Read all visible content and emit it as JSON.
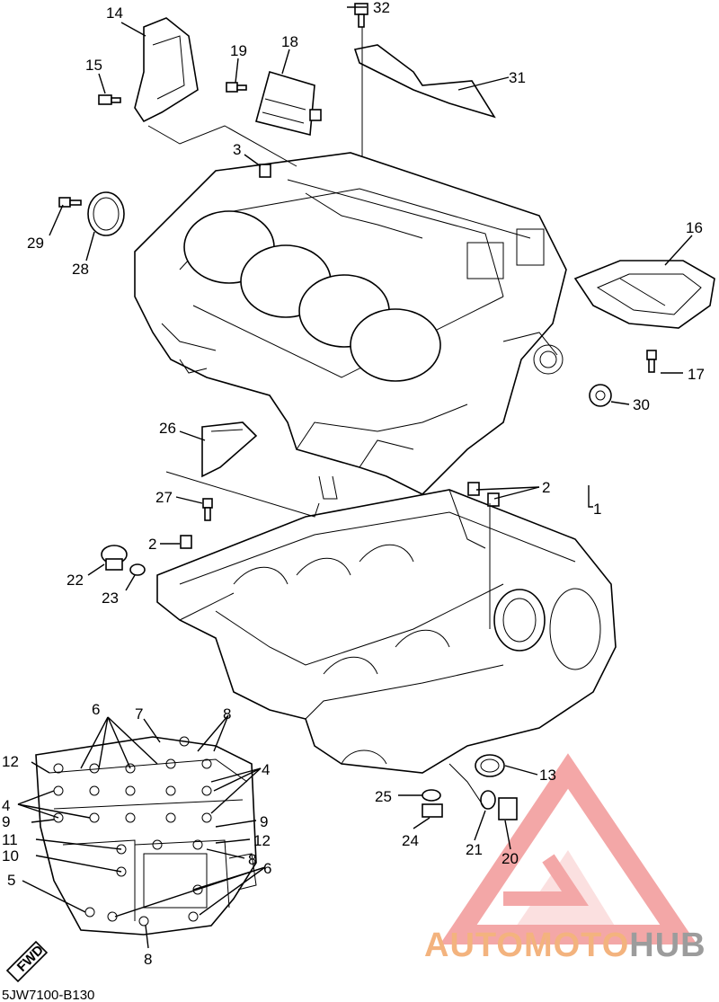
{
  "diagram_code": "5JW7100-B130",
  "fwd_label": "FWD",
  "watermark": {
    "part1": "AUTO",
    "part2": "MOTO",
    "part3": "HUB",
    "logo_color": "#f08a8a",
    "text_color": "#f3b37e",
    "hub_color": "#9c9c9c"
  },
  "callouts": [
    {
      "id": "c1",
      "n": "1"
    },
    {
      "id": "c2a",
      "n": "2"
    },
    {
      "id": "c2b",
      "n": "2"
    },
    {
      "id": "c3",
      "n": "3"
    },
    {
      "id": "c4a",
      "n": "4"
    },
    {
      "id": "c4b",
      "n": "4"
    },
    {
      "id": "c5",
      "n": "5"
    },
    {
      "id": "c6a",
      "n": "6"
    },
    {
      "id": "c6b",
      "n": "6"
    },
    {
      "id": "c7",
      "n": "7"
    },
    {
      "id": "c8a",
      "n": "8"
    },
    {
      "id": "c8b",
      "n": "8"
    },
    {
      "id": "c8c",
      "n": "8"
    },
    {
      "id": "c9a",
      "n": "9"
    },
    {
      "id": "c9b",
      "n": "9"
    },
    {
      "id": "c10",
      "n": "10"
    },
    {
      "id": "c11",
      "n": "11"
    },
    {
      "id": "c12a",
      "n": "12"
    },
    {
      "id": "c12b",
      "n": "12"
    },
    {
      "id": "c13",
      "n": "13"
    },
    {
      "id": "c14",
      "n": "14"
    },
    {
      "id": "c15",
      "n": "15"
    },
    {
      "id": "c16",
      "n": "16"
    },
    {
      "id": "c17",
      "n": "17"
    },
    {
      "id": "c18",
      "n": "18"
    },
    {
      "id": "c19",
      "n": "19"
    },
    {
      "id": "c20",
      "n": "20"
    },
    {
      "id": "c21",
      "n": "21"
    },
    {
      "id": "c22",
      "n": "22"
    },
    {
      "id": "c23",
      "n": "23"
    },
    {
      "id": "c24",
      "n": "24"
    },
    {
      "id": "c25",
      "n": "25"
    },
    {
      "id": "c26",
      "n": "26"
    },
    {
      "id": "c27",
      "n": "27"
    },
    {
      "id": "c28",
      "n": "28"
    },
    {
      "id": "c29",
      "n": "29"
    },
    {
      "id": "c30",
      "n": "30"
    },
    {
      "id": "c31",
      "n": "31"
    },
    {
      "id": "c32",
      "n": "32"
    }
  ]
}
